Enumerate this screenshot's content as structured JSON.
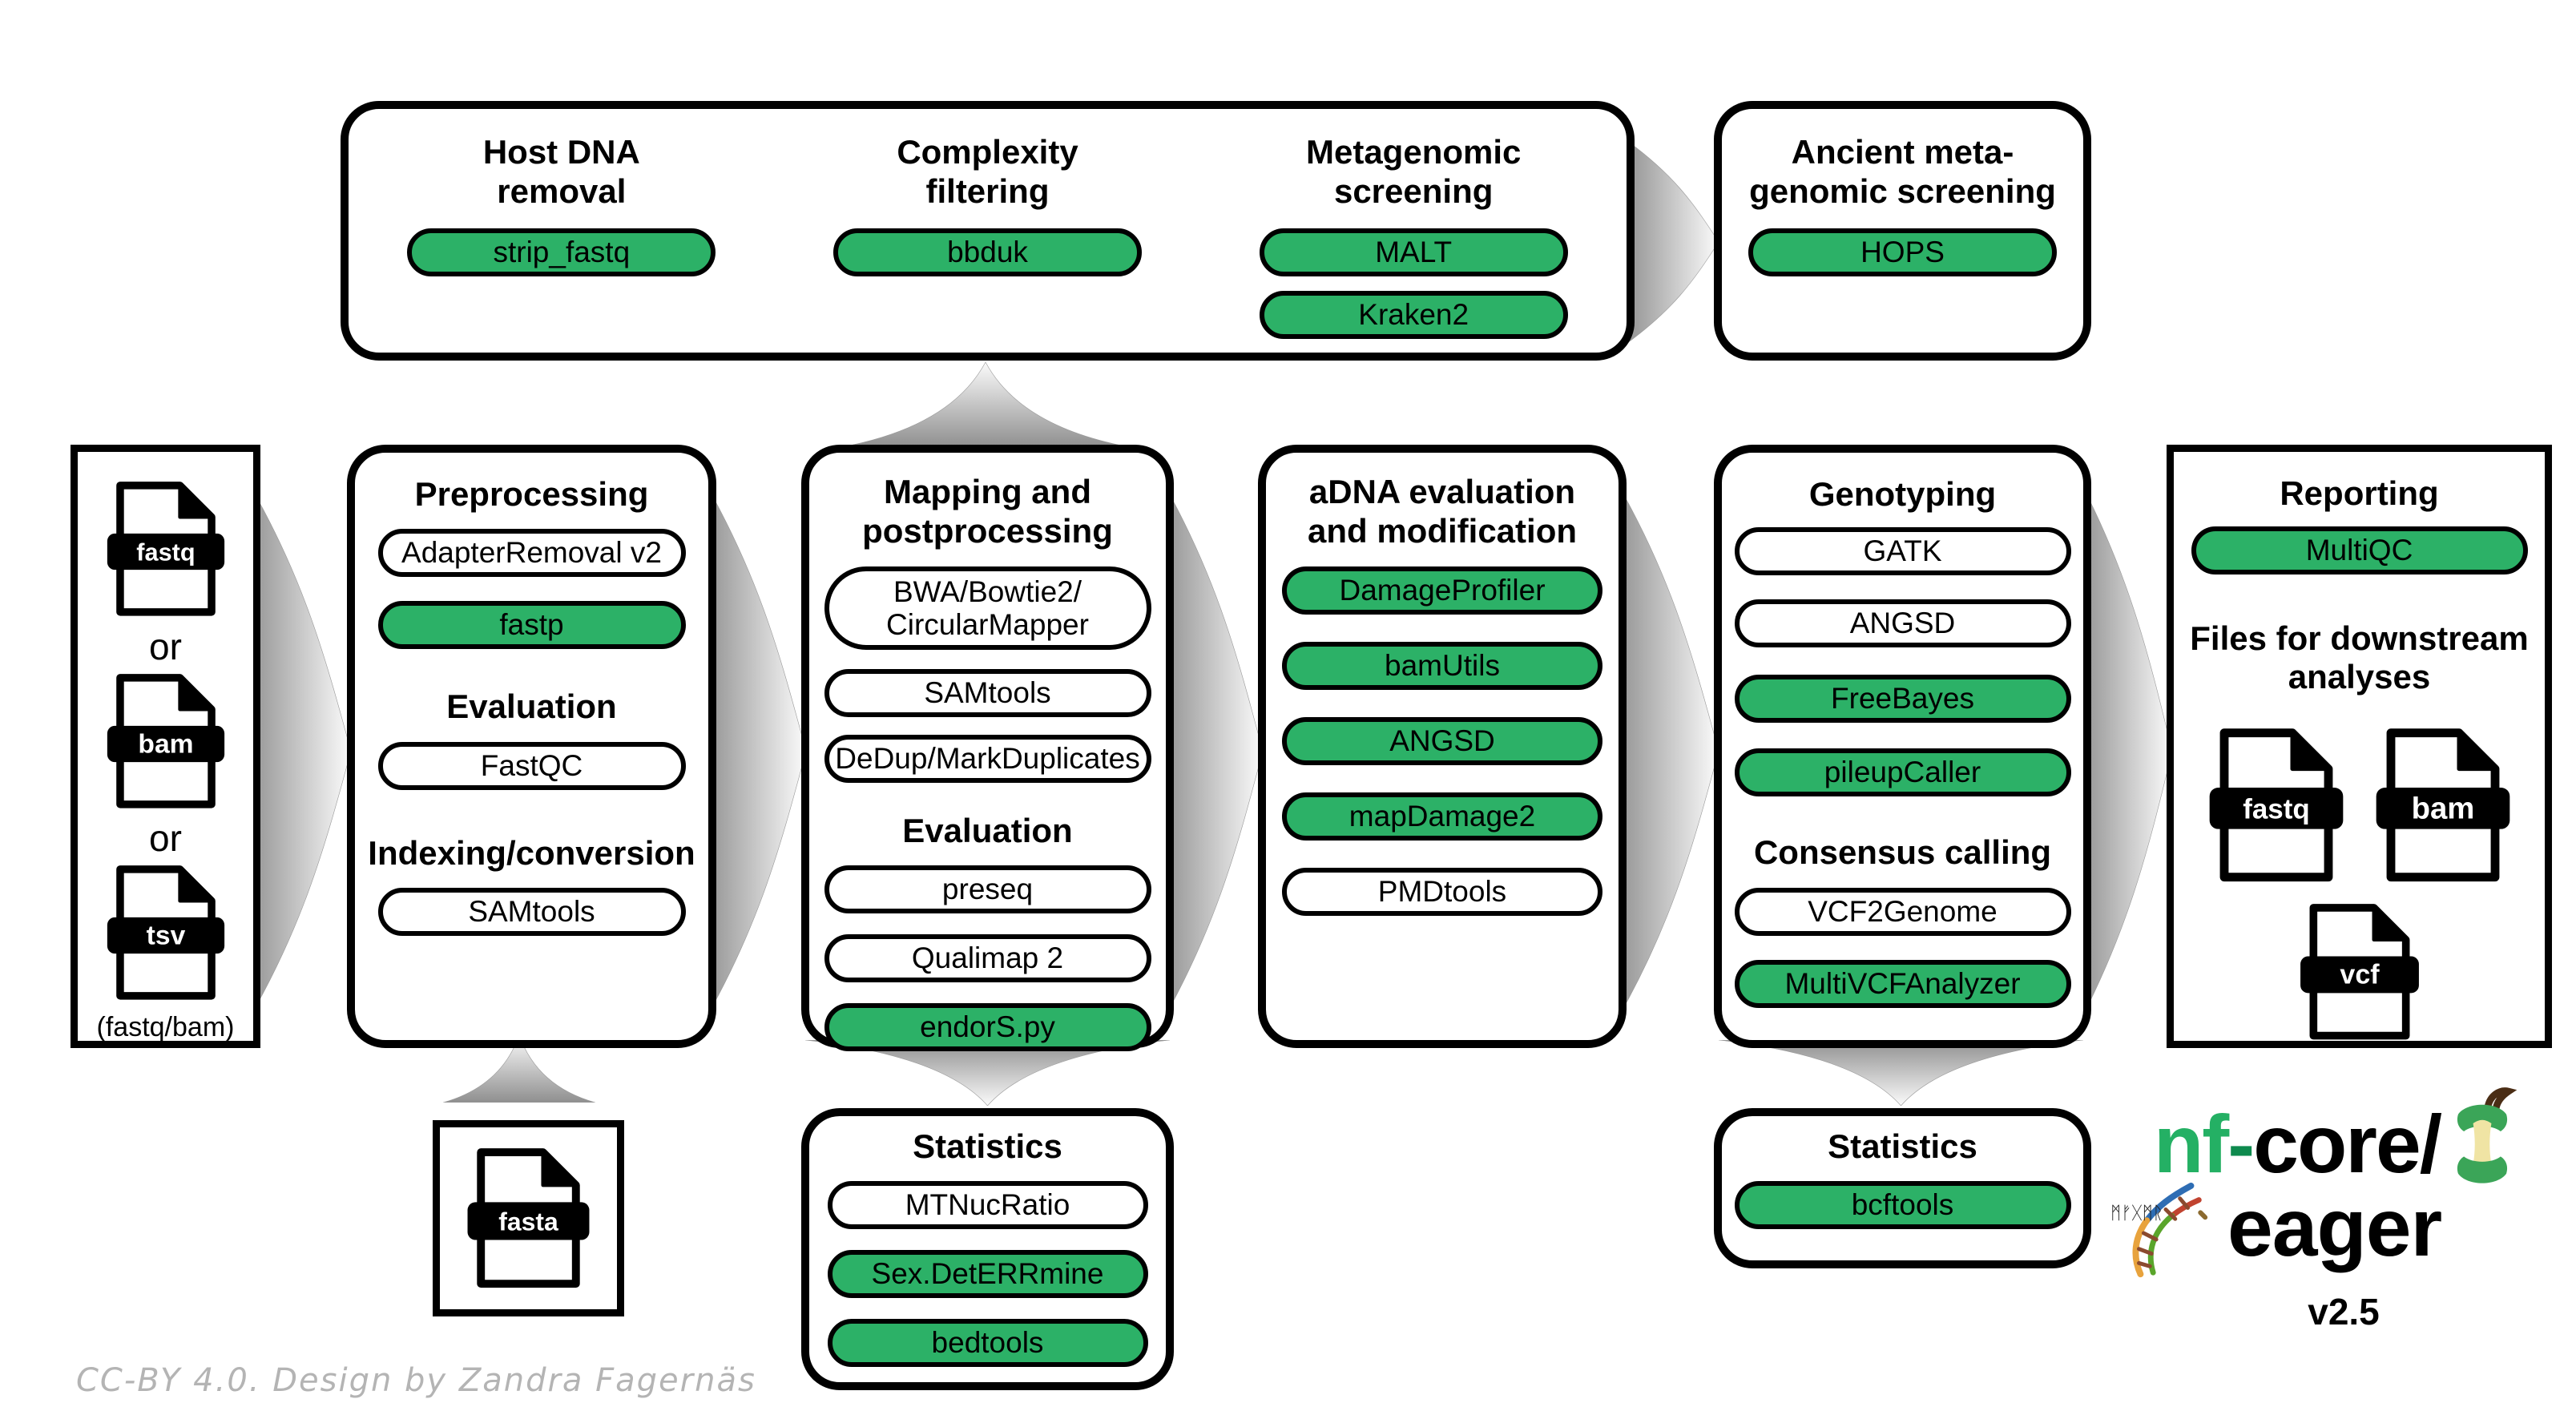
{
  "colors": {
    "tool_green": "#2CB167",
    "nfcore_green": "#24B064",
    "credit_gray": "#b4b4b4"
  },
  "screening_box": {
    "host": {
      "title_line1": "Host DNA",
      "title_line2": "removal",
      "tool": "strip_fastq"
    },
    "complexity": {
      "title_line1": "Complexity",
      "title_line2": "filtering",
      "tool": "bbduk"
    },
    "metagenomic": {
      "title_line1": "Metagenomic",
      "title_line2": "screening",
      "tool_1": "MALT",
      "tool_2": "Kraken2"
    }
  },
  "ancient_box": {
    "title_line1": "Ancient meta-",
    "title_line2": "genomic screening",
    "tool": "HOPS"
  },
  "input_box": {
    "file_1": "fastq",
    "or_1": "or",
    "file_2": "bam",
    "or_2": "or",
    "file_3": "tsv",
    "caption": "(fastq/bam)"
  },
  "preprocessing_box": {
    "title": "Preprocessing",
    "tool_1": "AdapterRemoval v2",
    "tool_2": "fastp",
    "subtitle_1": "Evaluation",
    "tool_3": "FastQC",
    "subtitle_2": "Indexing/conversion",
    "tool_4": "SAMtools"
  },
  "mapping_box": {
    "title_line1": "Mapping and",
    "title_line2": "postprocessing",
    "tool_1_line1": "BWA/Bowtie2/",
    "tool_1_line2": "CircularMapper",
    "tool_2": "SAMtools",
    "tool_3": "DeDup/MarkDuplicates",
    "subtitle": "Evaluation",
    "tool_4": "preseq",
    "tool_5": "Qualimap 2",
    "tool_6": "endorS.py"
  },
  "adna_box": {
    "title_line1": "aDNA evaluation",
    "title_line2": "and modification",
    "tool_1": "DamageProfiler",
    "tool_2": "bamUtils",
    "tool_3": "ANGSD",
    "tool_4": "mapDamage2",
    "tool_5": "PMDtools"
  },
  "genotyping_box": {
    "title": "Genotyping",
    "tool_1": "GATK",
    "tool_2": "ANGSD",
    "tool_3": "FreeBayes",
    "tool_4": "pileupCaller",
    "subtitle": "Consensus calling",
    "tool_5": "VCF2Genome",
    "tool_6": "MultiVCFAnalyzer"
  },
  "reporting_box": {
    "title": "Reporting",
    "tool_1": "MultiQC",
    "files_title_line1": "Files for downstream",
    "files_title_line2": "analyses",
    "file_1": "fastq",
    "file_2": "bam",
    "file_3": "vcf"
  },
  "fasta_box": {
    "file": "fasta"
  },
  "statistics_mapping_box": {
    "title": "Statistics",
    "tool_1": "MTNucRatio",
    "tool_2": "Sex.DetERRmine",
    "tool_3": "bedtools"
  },
  "statistics_genotyping_box": {
    "title": "Statistics",
    "tool": "bcftools"
  },
  "logo": {
    "nf": "nf",
    "dash": "-",
    "core": "core/",
    "eager": "eager",
    "version": "v2.5",
    "runes": "ᛗᚠᚷᛗᚱ"
  },
  "credit": "CC-BY 4.0. Design by Zandra Fagernäs"
}
